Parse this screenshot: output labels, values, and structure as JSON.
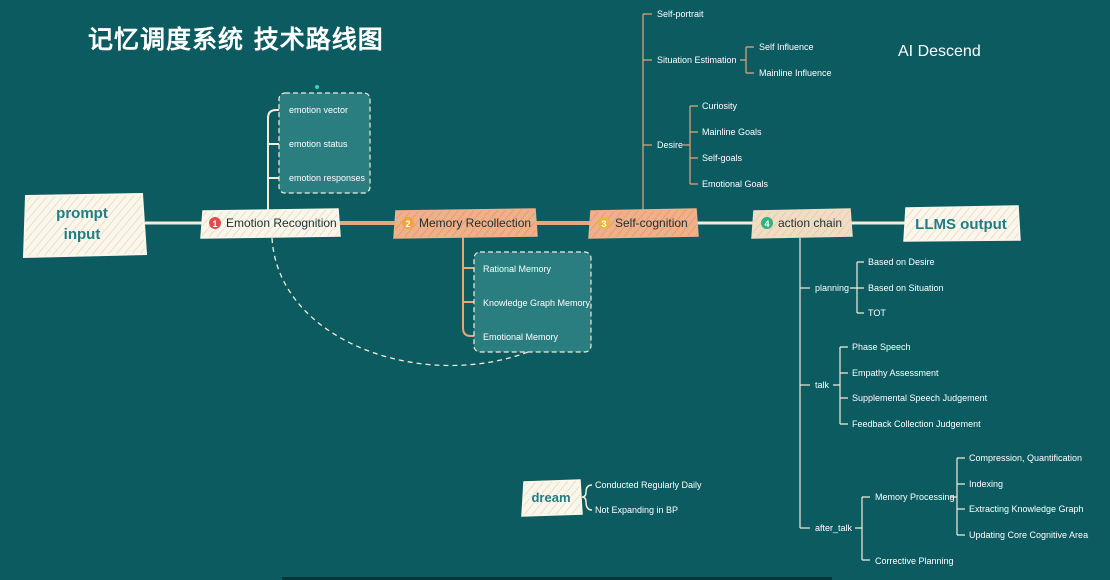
{
  "header": {
    "title": "记忆调度系统 技术路线图",
    "brand": "AI Descend"
  },
  "colors": {
    "background": "#0b5b60",
    "line": "#f4ecd8",
    "branch": "#e7a779",
    "card": "#2a7e80",
    "card_border": "#f4ecd8",
    "step1": "#e14c52",
    "step2": "#f2a33a",
    "step3": "#e9b93e",
    "step4": "#2fb27d"
  },
  "nodes": {
    "input": "prompt input",
    "output": "LLMS output",
    "dream": "dream",
    "steps": [
      {
        "num": "1",
        "label": "Emotion Recognition"
      },
      {
        "num": "2",
        "label": "Memory Recollection"
      },
      {
        "num": "3",
        "label": "Self-cognition"
      },
      {
        "num": "4",
        "label": "action chain"
      }
    ]
  },
  "emotion_items": [
    "emotion vector",
    "emotion status",
    "emotion responses"
  ],
  "memory_items": [
    "Rational Memory",
    "Knowledge Graph Memory",
    "Emotional Memory"
  ],
  "self_cognition": {
    "self_portrait": "Self-portrait",
    "situation": {
      "label": "Situation Estimation",
      "children": [
        "Self Influence",
        "Mainline Influence"
      ]
    },
    "desire": {
      "label": "Desire",
      "children": [
        "Curiosity",
        "Mainline Goals",
        "Self-goals",
        "Emotional Goals"
      ]
    }
  },
  "action_chain": {
    "planning": {
      "label": "planning",
      "children": [
        "Based on Desire",
        "Based on Situation",
        "TOT"
      ]
    },
    "talk": {
      "label": "talk",
      "children": [
        "Phase Speech",
        "Empathy Assessment",
        "Supplemental Speech Judgement",
        "Feedback Collection Judgement"
      ]
    },
    "after_talk": {
      "label": "after_talk",
      "memory_processing": {
        "label": "Memory Processing",
        "children": [
          "Compression, Quantification",
          "Indexing",
          "Extracting Knowledge Graph",
          "Updating Core Cognitive Area"
        ]
      },
      "corrective": "Corrective Planning"
    }
  },
  "dream_items": [
    "Conducted Regularly Daily",
    "Not Expanding in BP"
  ]
}
